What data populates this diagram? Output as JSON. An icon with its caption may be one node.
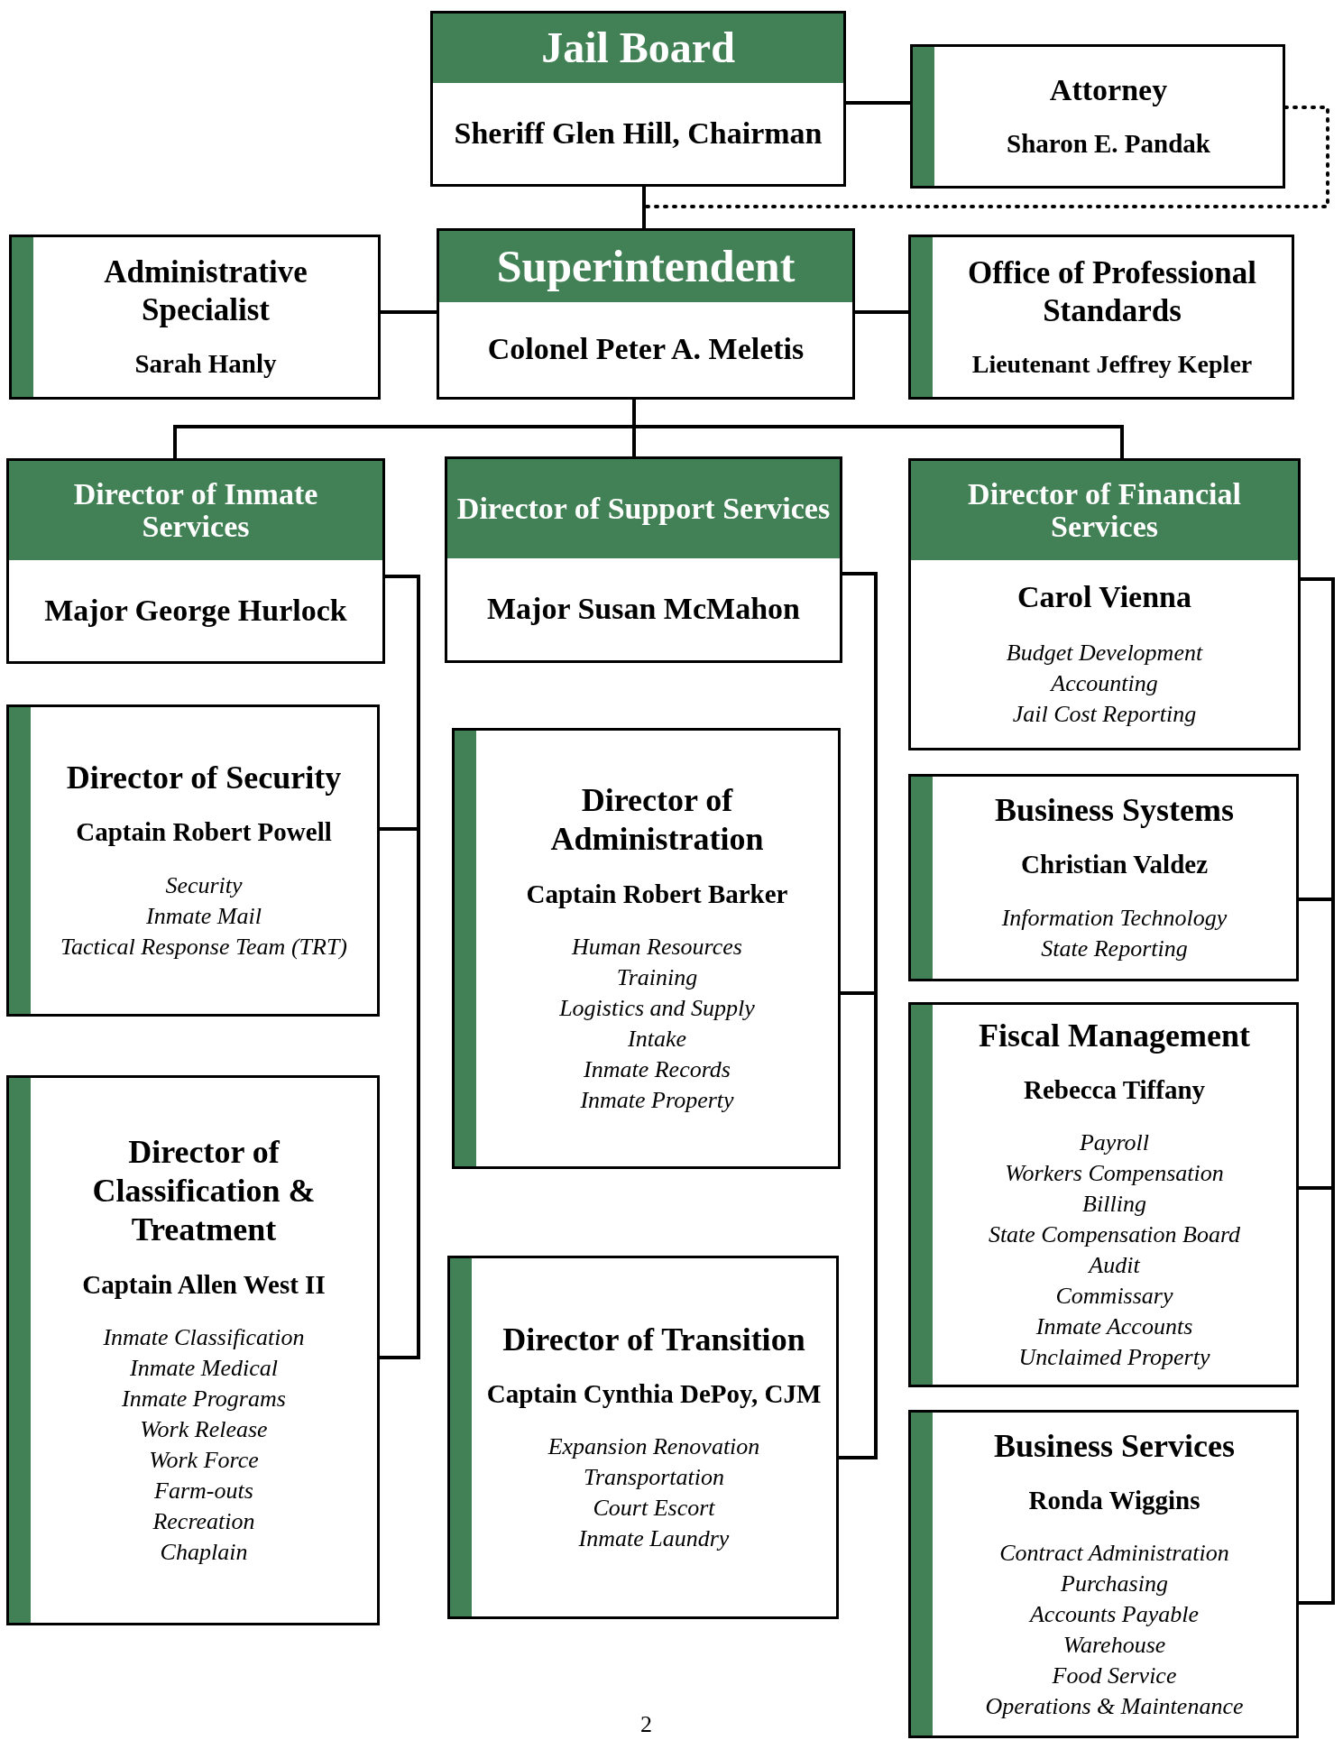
{
  "diagram": {
    "nodes": [
      {
        "text": [
          "Jail Board",
          "Sheriff Glen Hill, Chairman"
        ]
      },
      {
        "text": [
          "Attorney",
          "Sharon E. Pandak"
        ]
      },
      {
        "text": [
          "Superintendent",
          "Colonel Peter A. Meletis"
        ]
      },
      {
        "text": [
          "Administrative Specialist",
          "Sarah Hanly"
        ]
      },
      {
        "text": [
          "Office of Professional Standards",
          "Lieutenant Jeffrey Kepler"
        ]
      },
      {
        "text": [
          "Director of Inmate Services",
          "Major George Hurlock"
        ]
      },
      {
        "text": [
          "Director of Support Services",
          "Major Susan McMahon"
        ]
      },
      {
        "text": [
          "Director of Financial Services",
          "Carol Vienna",
          "Budget Development",
          "Accounting",
          "Jail Cost Reporting"
        ]
      },
      {
        "text": [
          "Director of Security",
          "Captain Robert Powell",
          "Security",
          "Inmate Mail",
          "Tactical Response Team (TRT)"
        ]
      },
      {
        "text": [
          "Director of Classification & Treatment",
          "Captain Allen West II",
          "Inmate Classification",
          "Inmate Medical",
          "Inmate Programs",
          "Work Release",
          "Work Force",
          "Farm-outs",
          "Recreation",
          "Chaplain"
        ]
      },
      {
        "text": [
          "Director of Administration",
          "Captain Robert Barker",
          "Human Resources",
          "Training",
          "Logistics and Supply",
          "Intake",
          "Inmate Records",
          "Inmate Property"
        ]
      },
      {
        "text": [
          "Director of Transition",
          "Captain Cynthia DePoy, CJM",
          "Expansion Renovation",
          "Transportation",
          "Court Escort",
          "Inmate Laundry"
        ]
      },
      {
        "text": [
          "Business Systems",
          "Christian Valdez",
          "Information Technology",
          "State Reporting"
        ]
      },
      {
        "text": [
          "Fiscal Management",
          "Rebecca Tiffany",
          "Payroll",
          "Workers Compensation",
          "Billing",
          "State Compensation Board",
          "Audit",
          "Commissary",
          "Inmate Accounts",
          "Unclaimed Property"
        ]
      },
      {
        "text": [
          "Business Services",
          "Ronda Wiggins",
          "Contract Administration",
          "Purchasing",
          "Accounts Payable",
          "Warehouse",
          "Food Service",
          "Operations & Maintenance"
        ]
      }
    ],
    "edges": [
      {
        "from": 0,
        "to": 1,
        "arrow": "none"
      },
      {
        "from": 0,
        "to": 2,
        "arrow": "none"
      },
      {
        "from": 1,
        "to": 2,
        "arrow": "none",
        "style": "dashed"
      },
      {
        "from": 2,
        "to": 3,
        "arrow": "none"
      },
      {
        "from": 2,
        "to": 4,
        "arrow": "none"
      },
      {
        "from": 2,
        "to": 5,
        "arrow": "none"
      },
      {
        "from": 2,
        "to": 6,
        "arrow": "none"
      },
      {
        "from": 2,
        "to": 7,
        "arrow": "none"
      },
      {
        "from": 5,
        "to": 8,
        "arrow": "none"
      },
      {
        "from": 5,
        "to": 9,
        "arrow": "none"
      },
      {
        "from": 6,
        "to": 10,
        "arrow": "none"
      },
      {
        "from": 6,
        "to": 11,
        "arrow": "none"
      },
      {
        "from": 7,
        "to": 12,
        "arrow": "none"
      },
      {
        "from": 7,
        "to": 13,
        "arrow": "none"
      },
      {
        "from": 7,
        "to": 14,
        "arrow": "none"
      }
    ],
    "labels": [
      "2"
    ]
  }
}
